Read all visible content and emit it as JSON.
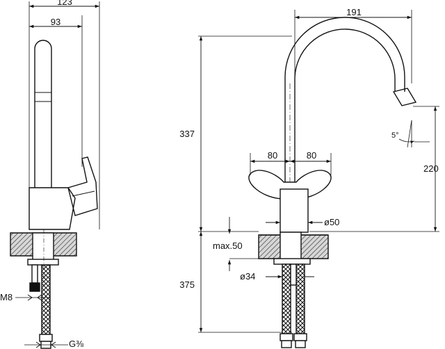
{
  "side_view": {
    "overall_width": "123",
    "spout_width": "93",
    "thread_label": "M8",
    "hose_thread_label": "G⅜"
  },
  "front_view": {
    "spout_reach": "191",
    "total_height": "337",
    "spout_height": "220",
    "handle_left": "80",
    "handle_right": "80",
    "tilt_angle": "5°",
    "body_diameter": "ø50",
    "max_counter": "max.50",
    "hole_diameter": "ø34",
    "below_counter": "375"
  },
  "colors": {
    "line": "#111111",
    "hatch": "#222222",
    "counter_fill": "#cfcfcf",
    "background": "#ffffff"
  }
}
